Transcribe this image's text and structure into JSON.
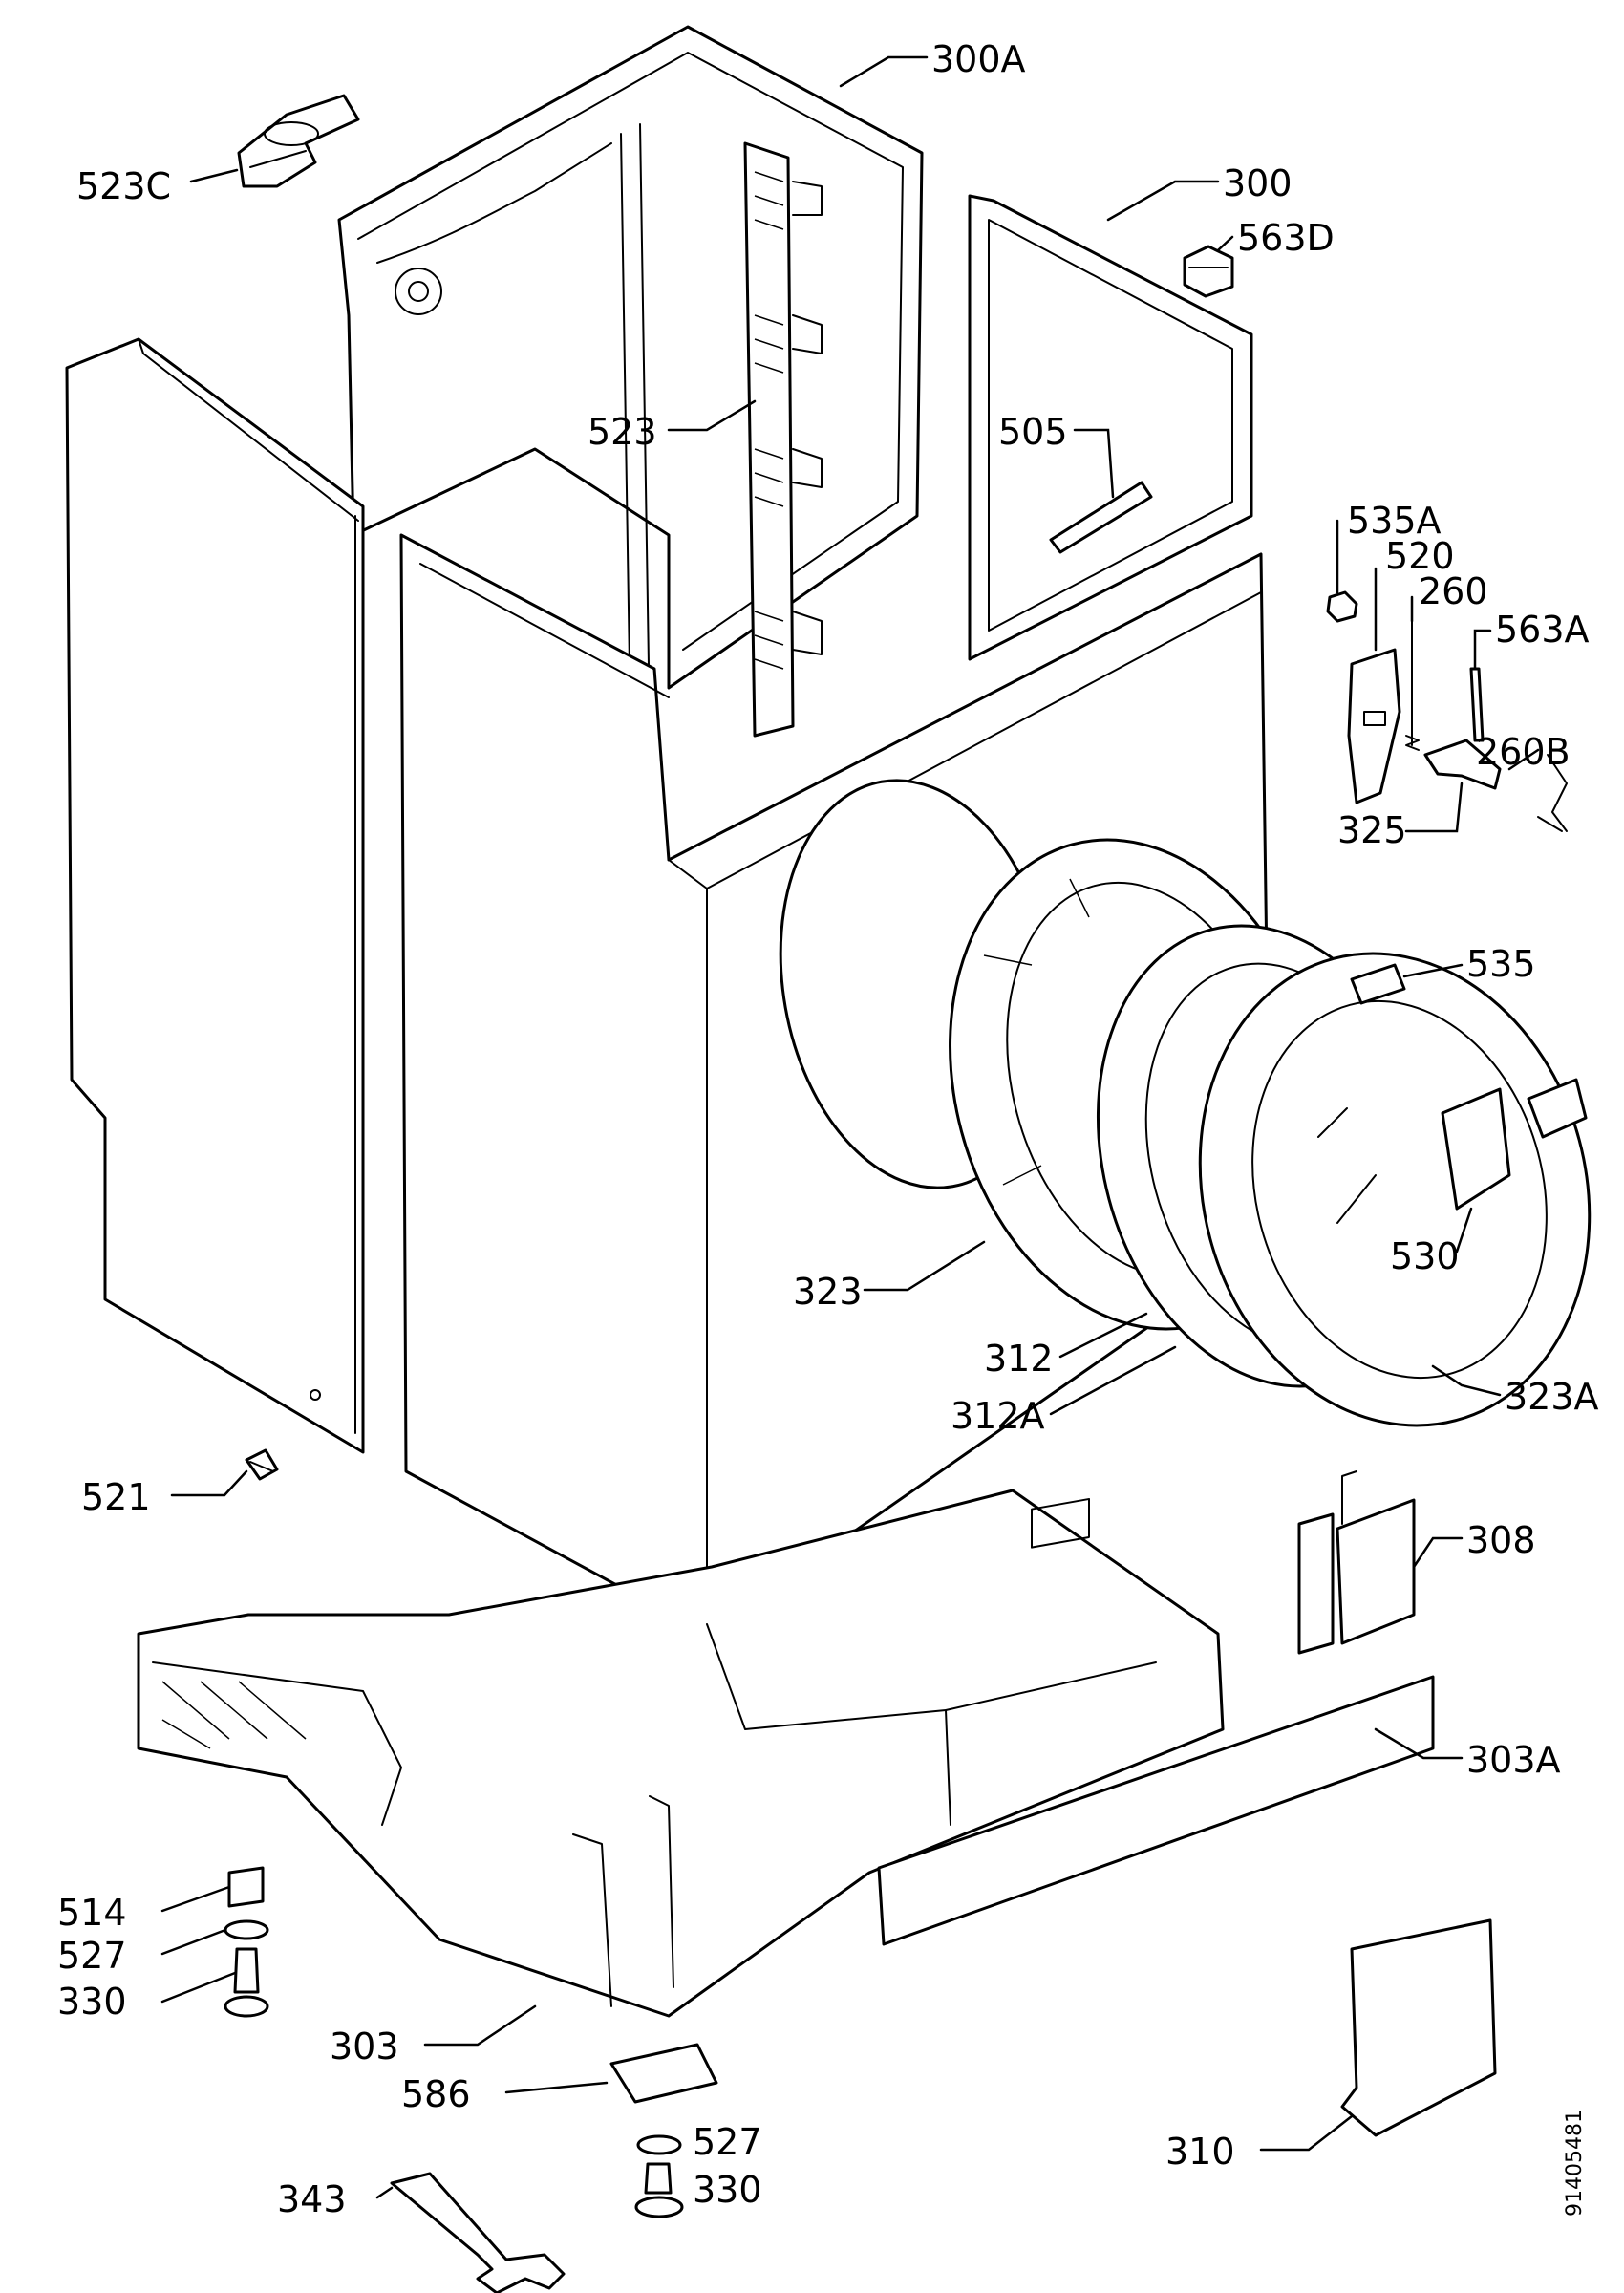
{
  "document_number": "91405481",
  "labels": [
    {
      "id": "300A",
      "text": "300A"
    },
    {
      "id": "523C",
      "text": "523C"
    },
    {
      "id": "300",
      "text": "300"
    },
    {
      "id": "563D",
      "text": "563D"
    },
    {
      "id": "523",
      "text": "523"
    },
    {
      "id": "505",
      "text": "505"
    },
    {
      "id": "535A",
      "text": "535A"
    },
    {
      "id": "520",
      "text": "520"
    },
    {
      "id": "260",
      "text": "260"
    },
    {
      "id": "563A",
      "text": "563A"
    },
    {
      "id": "260B",
      "text": "260B"
    },
    {
      "id": "325",
      "text": "325"
    },
    {
      "id": "535",
      "text": "535"
    },
    {
      "id": "530",
      "text": "530"
    },
    {
      "id": "323",
      "text": "323"
    },
    {
      "id": "312",
      "text": "312"
    },
    {
      "id": "312A",
      "text": "312A"
    },
    {
      "id": "323A",
      "text": "323A"
    },
    {
      "id": "521",
      "text": "521"
    },
    {
      "id": "308",
      "text": "308"
    },
    {
      "id": "303A",
      "text": "303A"
    },
    {
      "id": "514",
      "text": "514"
    },
    {
      "id": "527a",
      "text": "527"
    },
    {
      "id": "330a",
      "text": "330"
    },
    {
      "id": "303",
      "text": "303"
    },
    {
      "id": "586",
      "text": "586"
    },
    {
      "id": "527b",
      "text": "527"
    },
    {
      "id": "330b",
      "text": "330"
    },
    {
      "id": "343",
      "text": "343"
    },
    {
      "id": "310",
      "text": "310"
    }
  ]
}
